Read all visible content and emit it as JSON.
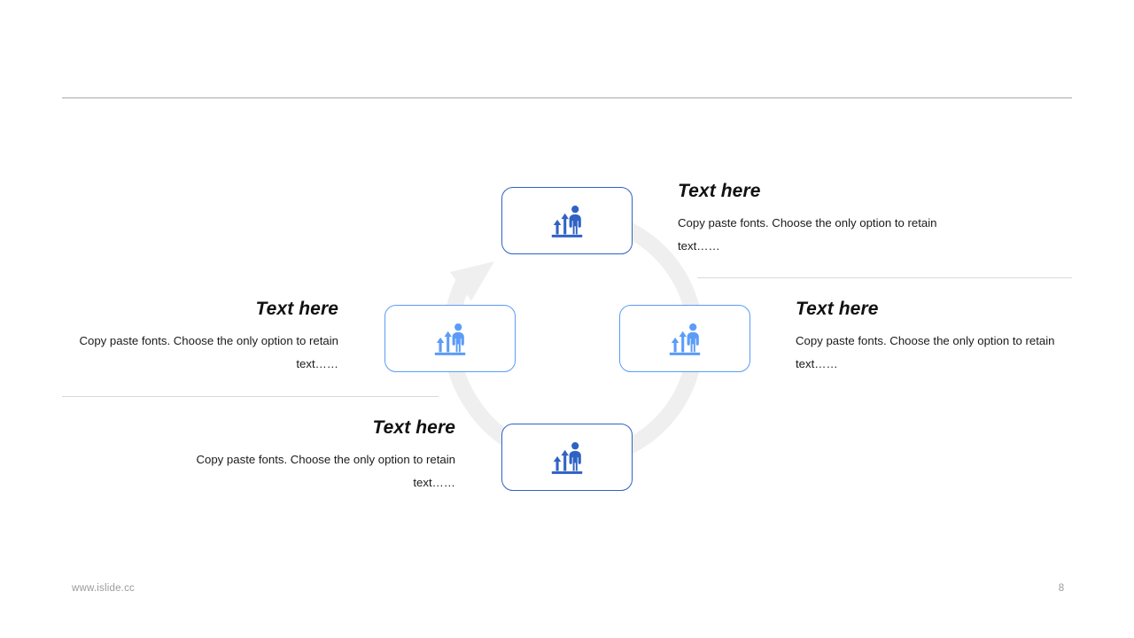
{
  "slide": {
    "page_number": "8",
    "watermark": "www.islide.cc",
    "colors": {
      "accent_dark_blue": "#2f62c4",
      "accent_light_blue": "#5b9cf8",
      "ring_grey": "#efefef",
      "rule_grey": "#a8a8a8",
      "rule_light_grey": "#d9d9d9",
      "footer_grey": "#9b9b9b"
    }
  },
  "diagram": {
    "type": "cycle",
    "ring_label": "circular-arrow",
    "nodes": [
      {
        "position": "top",
        "icon": "growth-person-icon",
        "icon_color": "#2f62c4",
        "border_color": "#2f62c4",
        "heading": "Text here",
        "body": "Copy paste fonts. Choose the only option to retain text……",
        "text_align": "left"
      },
      {
        "position": "right",
        "icon": "growth-person-icon",
        "icon_color": "#5b9cf8",
        "border_color": "#5b9cf8",
        "heading": "Text here",
        "body": "Copy paste fonts. Choose the only option to retain text……",
        "text_align": "left"
      },
      {
        "position": "bottom",
        "icon": "growth-person-icon",
        "icon_color": "#2f62c4",
        "border_color": "#2f62c4",
        "heading": "Text here",
        "body": "Copy paste fonts. Choose the only option to retain text……",
        "text_align": "right"
      },
      {
        "position": "left",
        "icon": "growth-person-icon",
        "icon_color": "#5b9cf8",
        "border_color": "#5b9cf8",
        "heading": "Text here",
        "body": "Copy paste fonts. Choose the only option to retain text……",
        "text_align": "right"
      }
    ]
  }
}
